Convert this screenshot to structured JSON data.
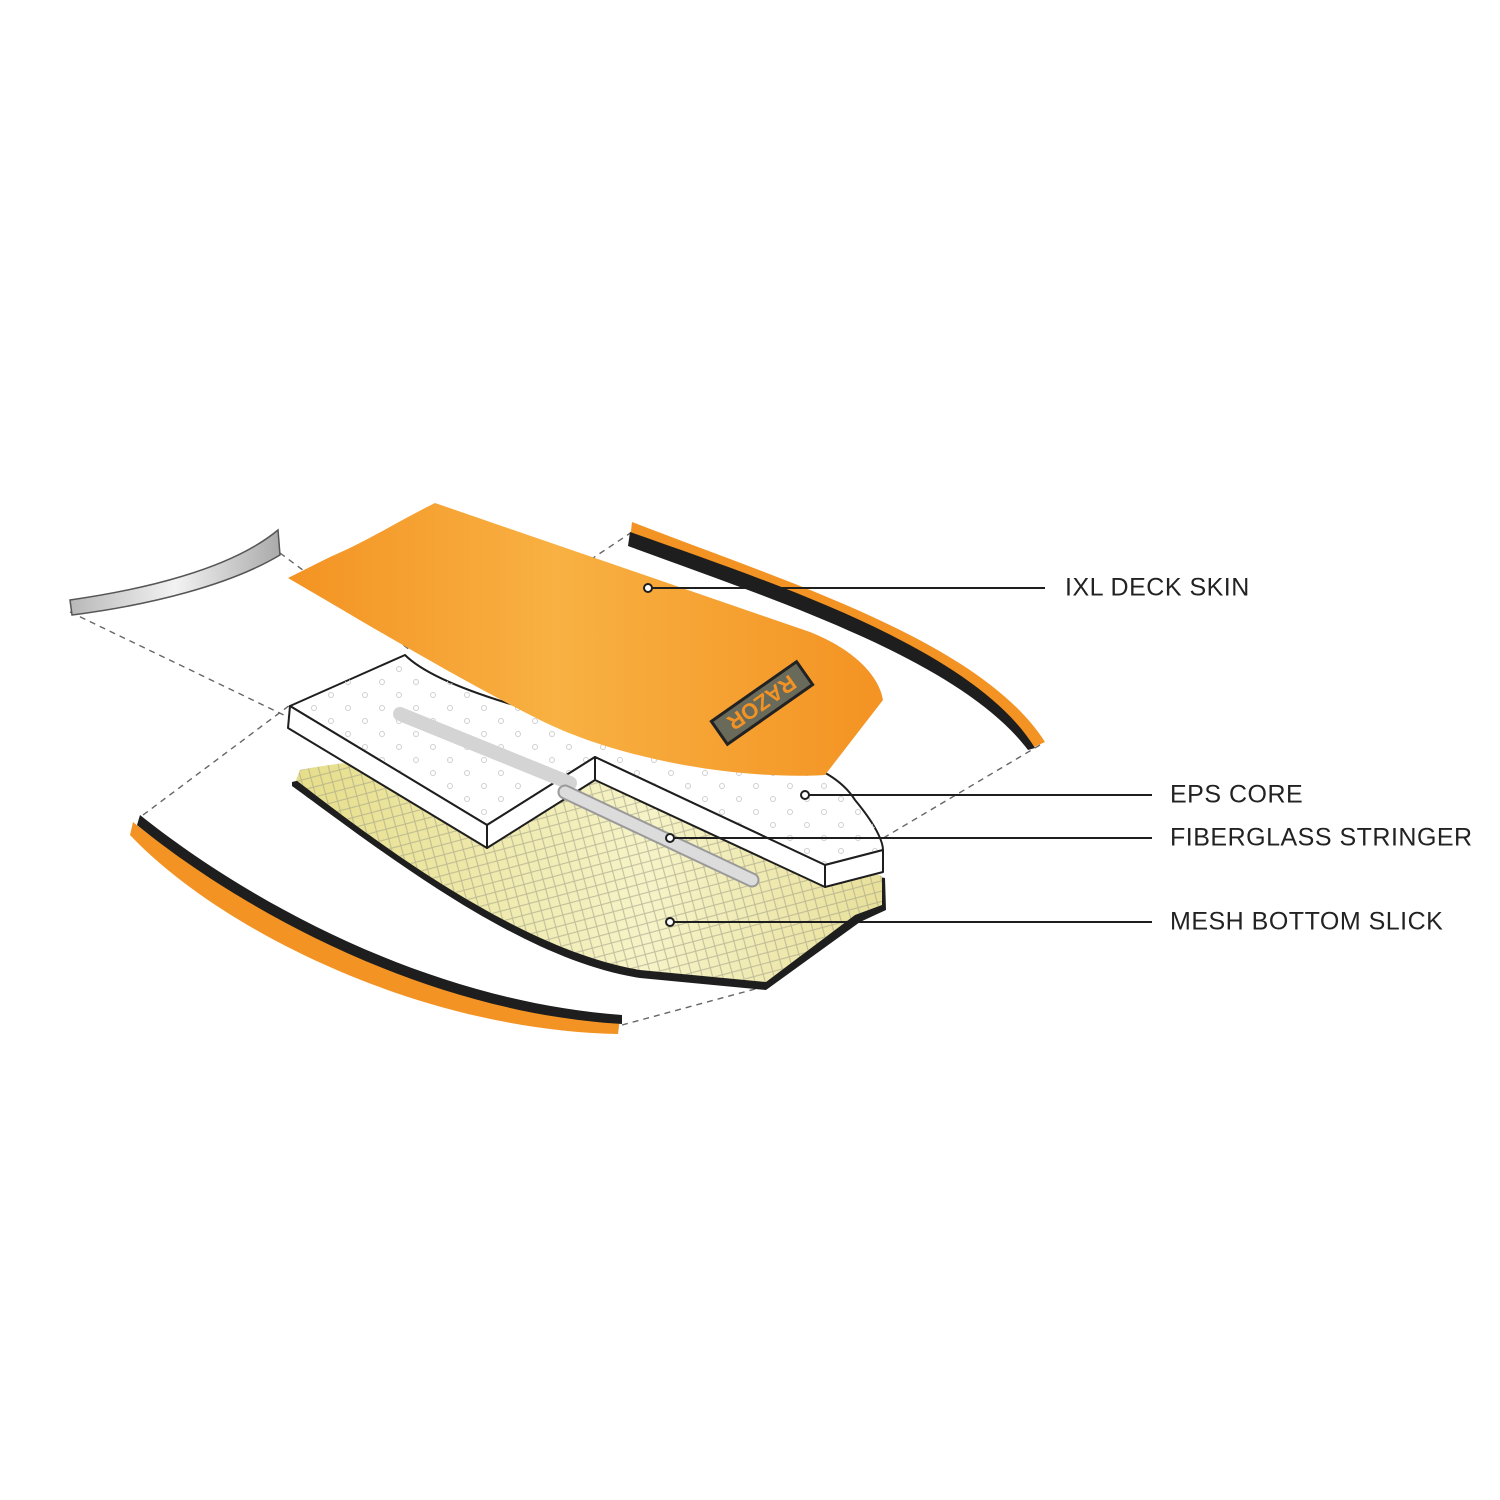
{
  "labels": {
    "deck_skin": "IXL DECK SKIN",
    "eps_core": "EPS CORE",
    "stringer": "FIBERGLASS STRINGER",
    "mesh_slick": "MESH BOTTOM SLICK"
  },
  "logo_text": "RAZOR",
  "colors": {
    "orange": "#F6A02E",
    "rail_black": "#1e1e1e",
    "mesh": "#EEEBB0",
    "silver": "#c8c8c8"
  }
}
